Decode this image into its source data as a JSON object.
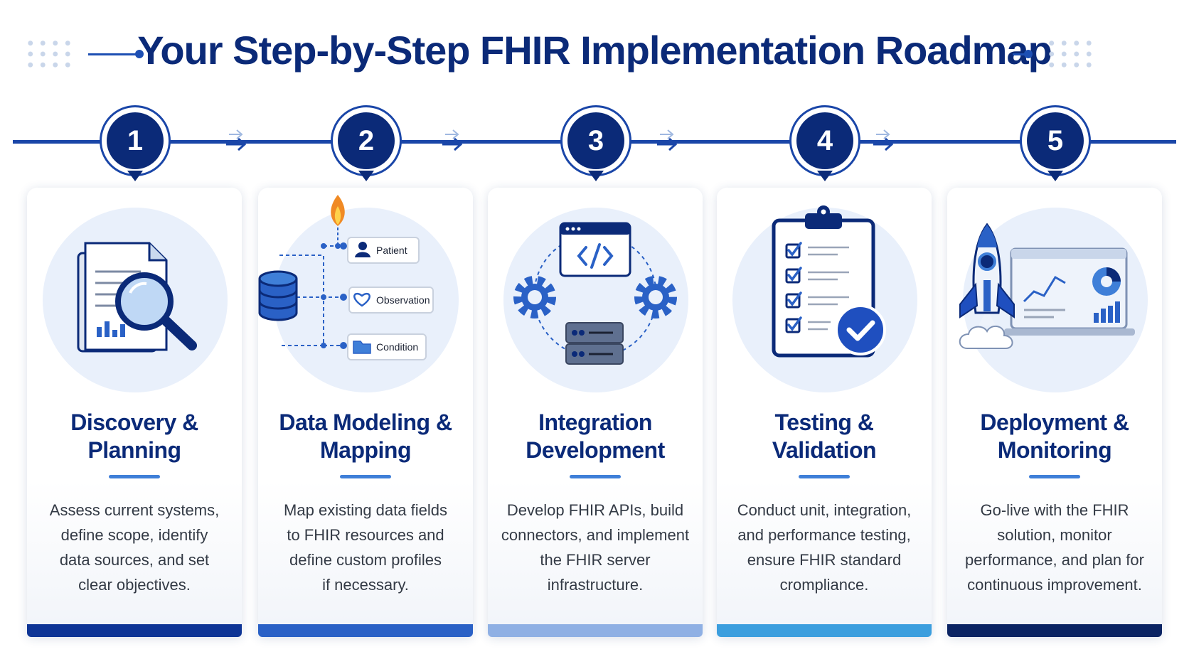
{
  "title": "Your Step-by-Step FHIR Implementation Roadmap",
  "colors": {
    "primary": "#0b2a78",
    "accent": "#1a46a8",
    "light_circle": "#e9f0fb"
  },
  "steps": [
    {
      "number": "1",
      "title_lines": [
        "Discovery &",
        "Planning"
      ],
      "desc_lines": [
        "Assess current systems,",
        "define scope, identify",
        "data sources, and set",
        "clear objectives."
      ],
      "icon": "document-magnifier-icon",
      "bar_color": "#0e3596"
    },
    {
      "number": "2",
      "title_lines": [
        "Data Modeling &",
        "Mapping"
      ],
      "desc_lines": [
        "Map existing data fields",
        "to FHIR resources and",
        "define custom profiles",
        "if necessary."
      ],
      "icon": "database-mapping-icon",
      "resources": [
        "Patient",
        "Observation",
        "Condition"
      ],
      "bar_color": "#2a61c6"
    },
    {
      "number": "3",
      "title_lines": [
        "Integration",
        "Development"
      ],
      "desc_lines": [
        "Develop FHIR APIs, build",
        "connectors, and implement",
        "the FHIR server",
        "infrastructure."
      ],
      "icon": "code-gears-server-icon",
      "bar_color": "#8fb0e4"
    },
    {
      "number": "4",
      "title_lines": [
        "Testing &",
        "Validation"
      ],
      "desc_lines": [
        "Conduct unit, integration,",
        "and performance testing,",
        "ensure FHIR standard",
        "crompliance."
      ],
      "icon": "clipboard-checklist-icon",
      "bar_color": "#3b9ede"
    },
    {
      "number": "5",
      "title_lines": [
        "Deployment &",
        "Monitoring"
      ],
      "desc_lines": [
        "Go-live with the FHIR",
        "solution, monitor",
        "performance, and plan for",
        "continuous improvement."
      ],
      "icon": "rocket-dashboard-icon",
      "bar_color": "#0b2463"
    }
  ]
}
